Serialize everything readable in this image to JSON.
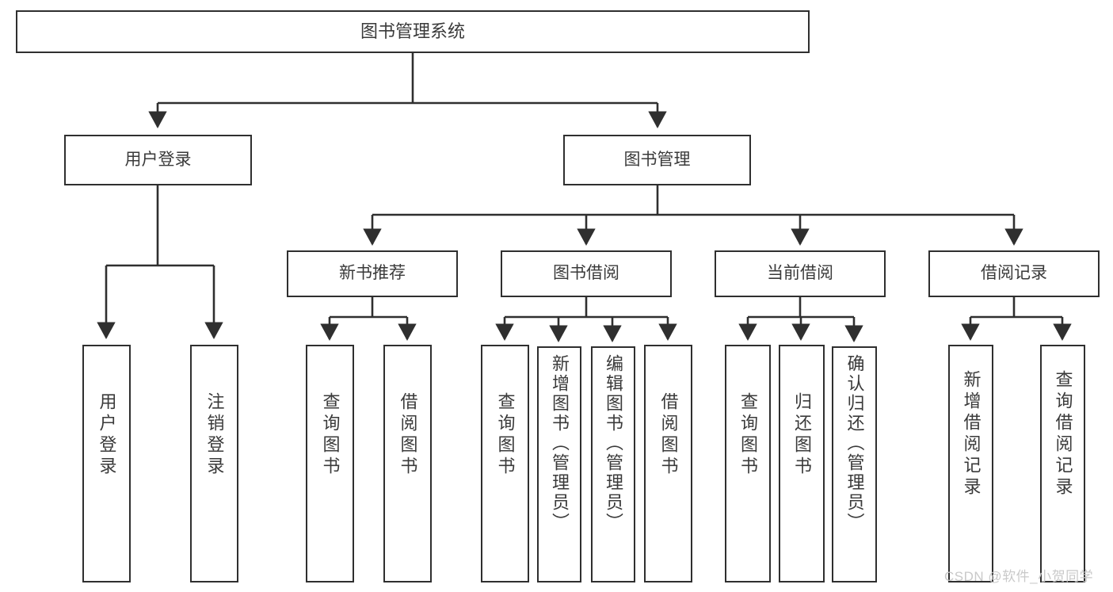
{
  "diagram": {
    "type": "tree-hierarchy",
    "title": "图书管理系统",
    "watermark": "CSDN @软件_小贺同学",
    "colors": {
      "box_border": "#2f2f2f",
      "box_fill": "#ffffff",
      "text": "#3a3a3a",
      "connector": "#2f2f2f",
      "watermark": "#c9c9c9"
    },
    "root": {
      "id": "root",
      "label": "图书管理系统",
      "orientation": "horizontal"
    },
    "level2": [
      {
        "id": "user-login",
        "label": "用户登录",
        "orientation": "horizontal"
      },
      {
        "id": "book-manage",
        "label": "图书管理",
        "orientation": "horizontal"
      }
    ],
    "level3": [
      {
        "id": "new-book-rec",
        "label": "新书推荐",
        "orientation": "horizontal",
        "parent": "book-manage"
      },
      {
        "id": "book-borrow",
        "label": "图书借阅",
        "orientation": "horizontal",
        "parent": "book-manage"
      },
      {
        "id": "current-borrow",
        "label": "当前借阅",
        "orientation": "horizontal",
        "parent": "book-manage"
      },
      {
        "id": "borrow-record",
        "label": "借阅记录",
        "orientation": "horizontal",
        "parent": "book-manage"
      }
    ],
    "leaves": [
      {
        "id": "leaf-user-login",
        "label": "用户登录",
        "orientation": "vertical",
        "parent": "user-login"
      },
      {
        "id": "leaf-logout",
        "label": "注销登录",
        "orientation": "vertical",
        "parent": "user-login"
      },
      {
        "id": "leaf-query-book-1",
        "label": "查询图书",
        "orientation": "vertical",
        "parent": "new-book-rec"
      },
      {
        "id": "leaf-borrow-book-1",
        "label": "借阅图书",
        "orientation": "vertical",
        "parent": "new-book-rec"
      },
      {
        "id": "leaf-query-book-2",
        "label": "查询图书",
        "orientation": "vertical",
        "parent": "book-borrow"
      },
      {
        "id": "leaf-add-book",
        "label": "新增图书（管理员）",
        "orientation": "vertical",
        "parent": "book-borrow"
      },
      {
        "id": "leaf-edit-book",
        "label": "编辑图书（管理员）",
        "orientation": "vertical",
        "parent": "book-borrow"
      },
      {
        "id": "leaf-borrow-book-2",
        "label": "借阅图书",
        "orientation": "vertical",
        "parent": "book-borrow"
      },
      {
        "id": "leaf-query-book-3",
        "label": "查询图书",
        "orientation": "vertical",
        "parent": "current-borrow"
      },
      {
        "id": "leaf-return-book",
        "label": "归还图书",
        "orientation": "vertical",
        "parent": "current-borrow"
      },
      {
        "id": "leaf-confirm-return",
        "label": "确认归还（管理员）",
        "orientation": "vertical",
        "parent": "current-borrow"
      },
      {
        "id": "leaf-add-record",
        "label": "新增借阅记录",
        "orientation": "vertical",
        "parent": "borrow-record"
      },
      {
        "id": "leaf-query-record",
        "label": "查询借阅记录",
        "orientation": "vertical",
        "parent": "borrow-record"
      }
    ]
  }
}
